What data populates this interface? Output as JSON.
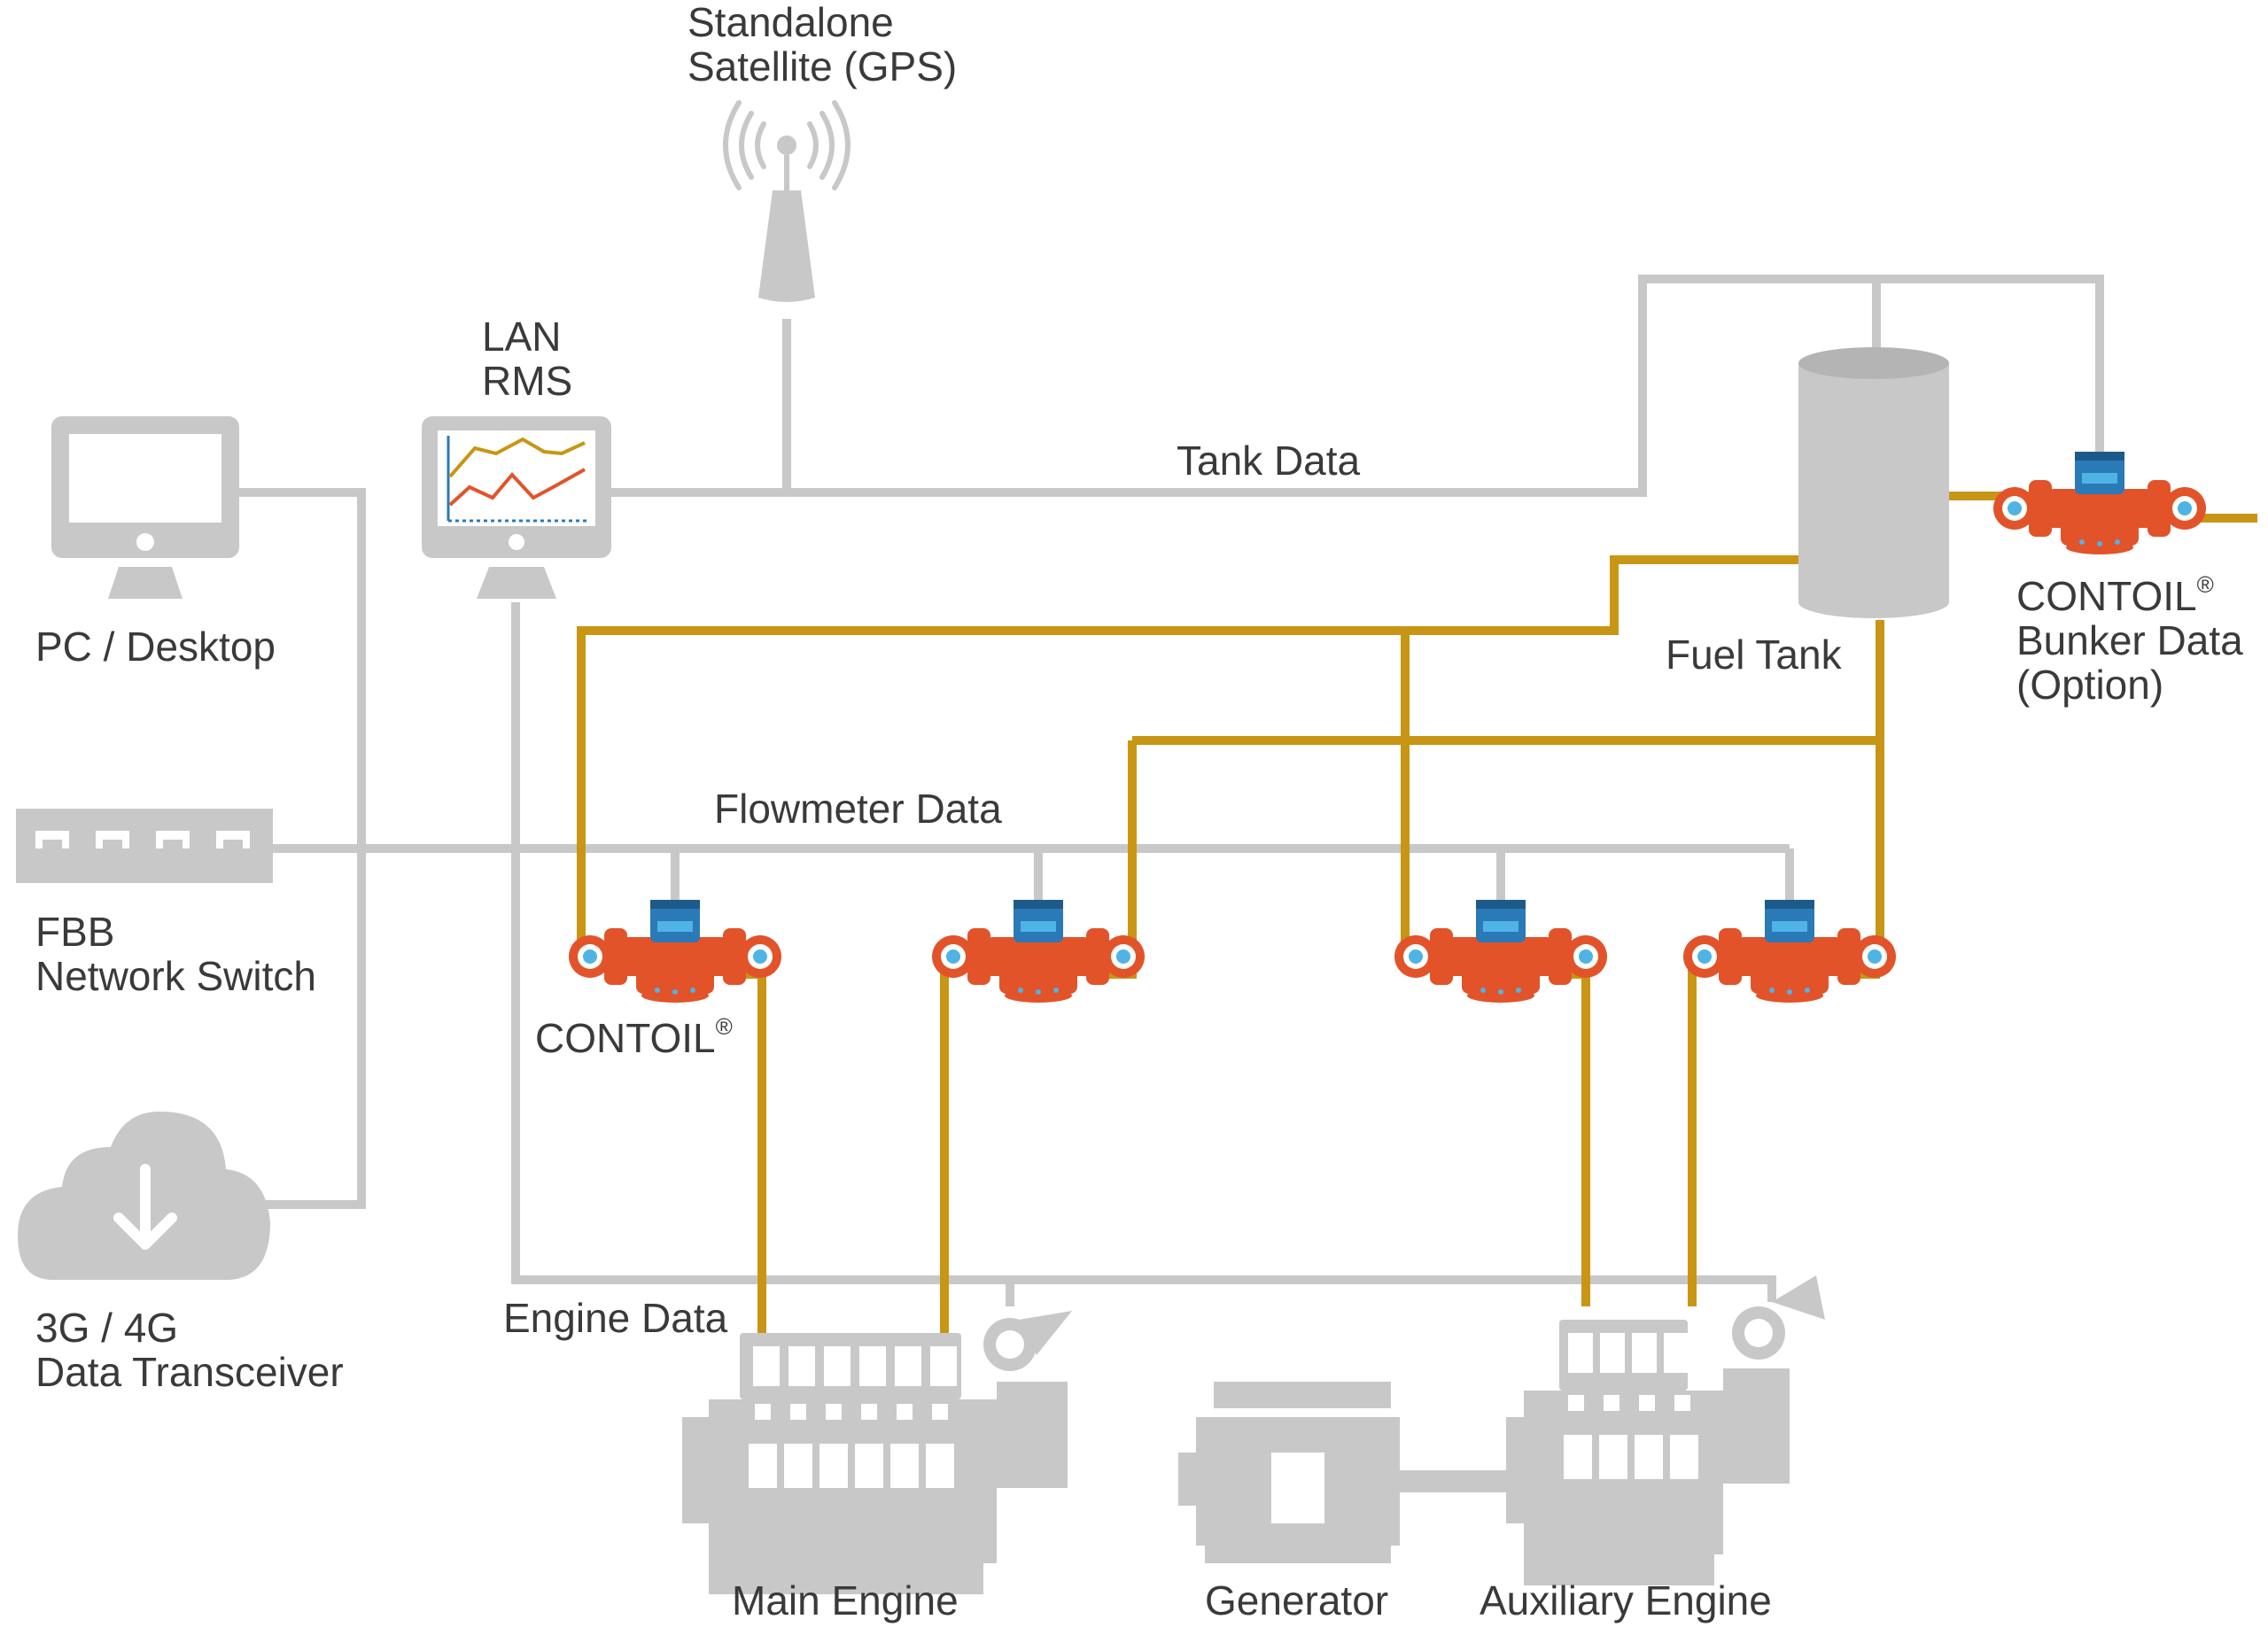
{
  "colors": {
    "data_line": "#c8c8c8",
    "fuel_line": "#c89614",
    "device": "#c8c8c8",
    "meter_body": "#e2532a",
    "meter_head": "#2a7ab8",
    "meter_accent": "#4fb3e6",
    "text": "#3a3a3a"
  },
  "labels": {
    "satellite": [
      "Standalone",
      "Satellite (GPS)"
    ],
    "lan_rms": [
      "LAN",
      "RMS"
    ],
    "tank_data": "Tank Data",
    "pc_desktop": "PC / Desktop",
    "fuel_tank": "Fuel Tank",
    "bunker": [
      "CONTOIL",
      "®",
      "Bunker Data",
      "(Option)"
    ],
    "flowmeter_data": "Flowmeter Data",
    "network_switch": [
      "FBB",
      "Network Switch"
    ],
    "contoil": [
      "CONTOIL",
      "®"
    ],
    "transceiver": [
      "3G / 4G",
      "Data Transceiver"
    ],
    "engine_data": "Engine Data",
    "main_engine": "Main Engine",
    "generator": "Generator",
    "auxiliary_engine": "Auxiliary Engine"
  },
  "icons": {
    "satellite": "gps-antenna-icon",
    "rms": "monitor-chart-icon",
    "pc": "desktop-monitor-icon",
    "switch": "network-switch-icon",
    "cloud": "cloud-download-icon",
    "tank": "fuel-tank-icon",
    "meter": "flowmeter-icon",
    "engine": "engine-icon",
    "generator": "generator-icon"
  }
}
